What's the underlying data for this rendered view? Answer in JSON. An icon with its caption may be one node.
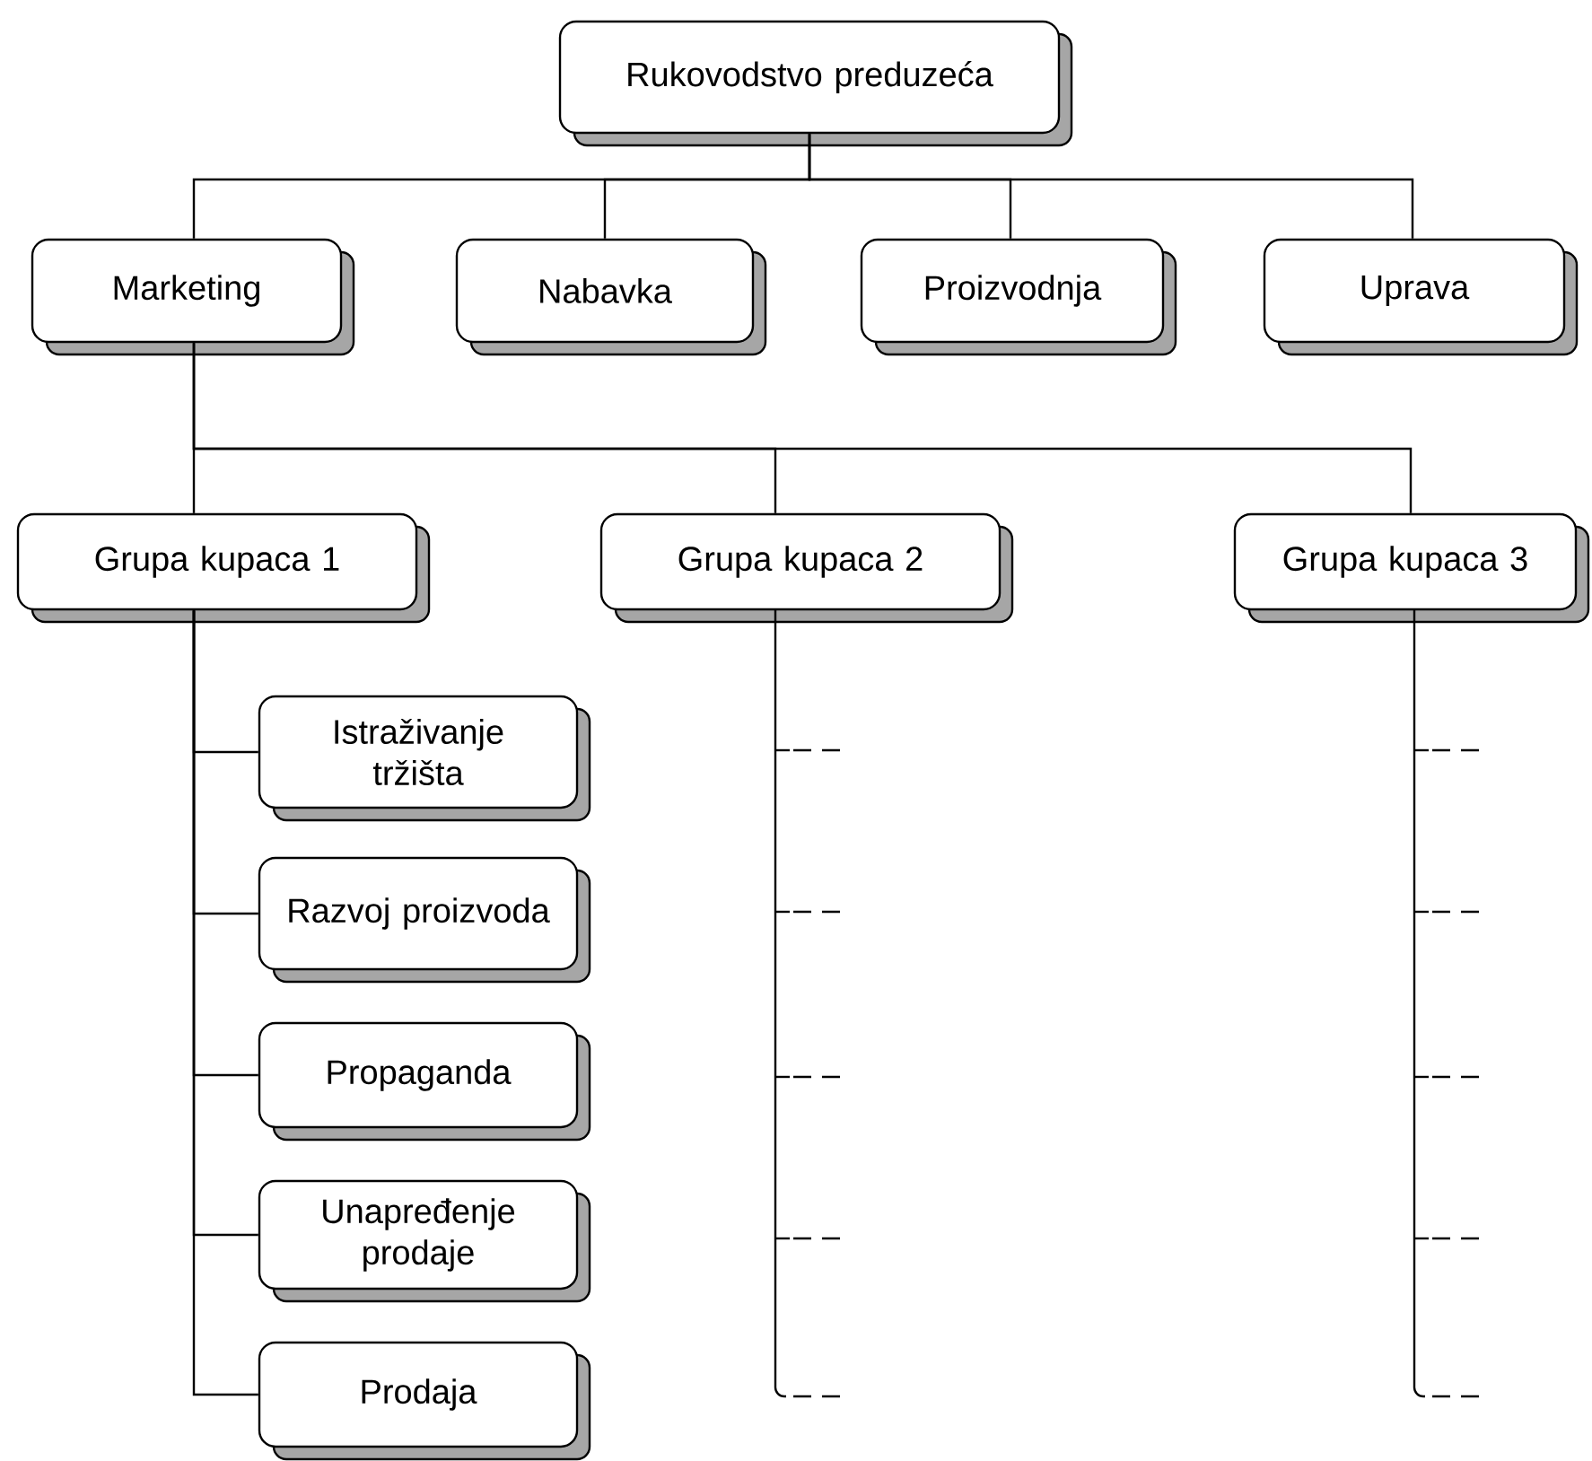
{
  "diagram": {
    "nodes": [
      {
        "text": [
          "Rukovodstvo preduzeća"
        ]
      },
      {
        "text": [
          "Marketing"
        ]
      },
      {
        "text": [
          "Nabavka"
        ]
      },
      {
        "text": [
          "Proizvodnja"
        ]
      },
      {
        "text": [
          "Uprava"
        ]
      },
      {
        "text": [
          "Grupa kupaca 1"
        ]
      },
      {
        "text": [
          "Grupa kupaca 2"
        ]
      },
      {
        "text": [
          "Grupa kupaca 3"
        ]
      },
      {
        "text": [
          "Istraživanje tržišta"
        ]
      },
      {
        "text": [
          "Razvoj proizvoda"
        ]
      },
      {
        "text": [
          "Propaganda"
        ]
      },
      {
        "text": [
          "Unapređenje prodaje"
        ]
      },
      {
        "text": [
          "Prodaja"
        ]
      }
    ],
    "edges": [
      {
        "from": 0,
        "to": 1,
        "arrow": "none"
      },
      {
        "from": 0,
        "to": 2,
        "arrow": "none"
      },
      {
        "from": 0,
        "to": 3,
        "arrow": "none"
      },
      {
        "from": 0,
        "to": 4,
        "arrow": "none"
      },
      {
        "from": 1,
        "to": 5,
        "arrow": "none"
      },
      {
        "from": 1,
        "to": 6,
        "arrow": "none"
      },
      {
        "from": 1,
        "to": 7,
        "arrow": "none"
      },
      {
        "from": 5,
        "to": 8,
        "arrow": "none"
      },
      {
        "from": 5,
        "to": 9,
        "arrow": "none"
      },
      {
        "from": 5,
        "to": 10,
        "arrow": "none"
      },
      {
        "from": 5,
        "to": 11,
        "arrow": "none"
      },
      {
        "from": 5,
        "to": 12,
        "arrow": "none"
      }
    ]
  }
}
